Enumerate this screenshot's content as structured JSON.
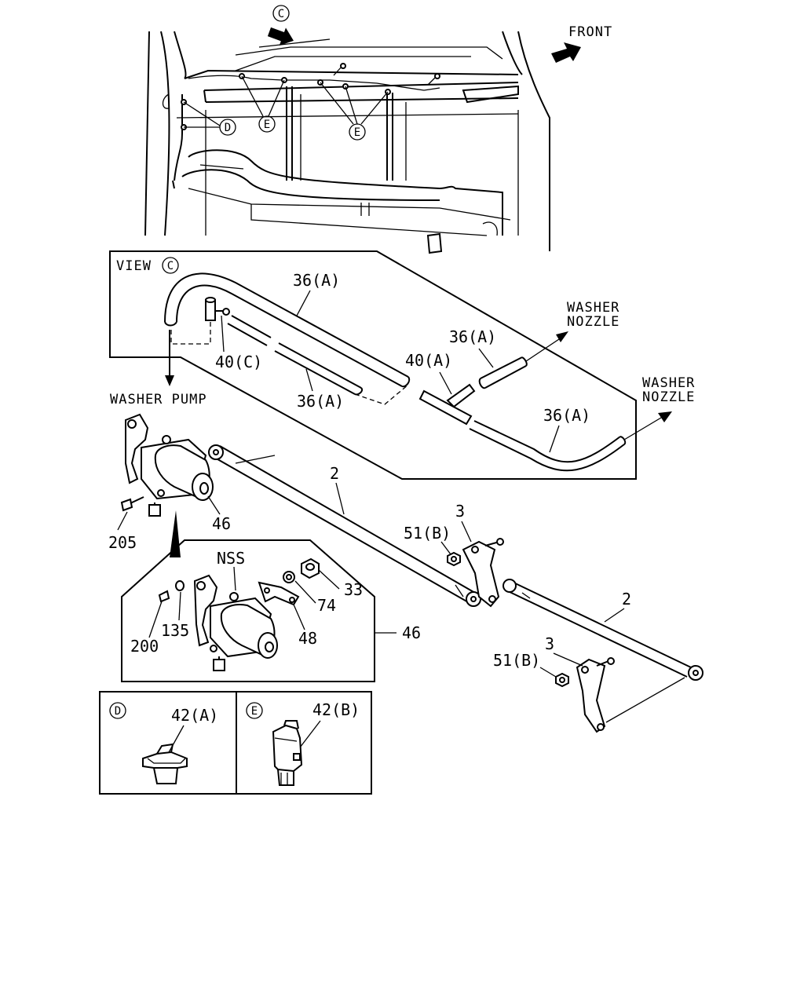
{
  "labels": {
    "front": "FRONT",
    "view_c": "VIEW",
    "washer_nozzle_1": "WASHER NOZZLE",
    "washer_nozzle_2": "WASHER NOZZLE",
    "washer_pump": "WASHER PUMP",
    "nss": "NSS"
  },
  "circle_refs": {
    "c_top": "C",
    "c_view": "C",
    "d_top": "D",
    "e_top_1": "E",
    "e_top_2": "E",
    "d_box": "D",
    "e_box": "E"
  },
  "part_numbers": {
    "p36a_1": "36(A)",
    "p36a_2": "36(A)",
    "p36a_3": "36(A)",
    "p36a_4": "36(A)",
    "p40c": "40(C)",
    "p40a": "40(A)",
    "p2_a": "2",
    "p2_b": "2",
    "p3_a": "3",
    "p3_b": "3",
    "p51b_a": "51(B)",
    "p51b_b": "51(B)",
    "p46_a": "46",
    "p46_b": "46",
    "p205": "205",
    "p33": "33",
    "p74": "74",
    "p48": "48",
    "p135": "135",
    "p200": "200",
    "p42a": "42(A)",
    "p42b": "42(B)"
  }
}
